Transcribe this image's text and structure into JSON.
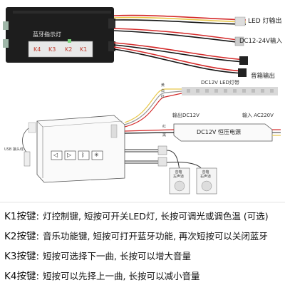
{
  "photo": {
    "title": "蓝牙指示灯",
    "keys": [
      "K4",
      "K3",
      "K2",
      "K1"
    ],
    "outputs": [
      {
        "label": "LED 灯输出"
      },
      {
        "label": "DC12-24V输入"
      },
      {
        "label": "音箱输出"
      }
    ]
  },
  "diagram": {
    "strip_label": "DC12V  LED灯带",
    "wire_colors_strip": [
      "黄",
      "白",
      "红"
    ],
    "output_label": "输出DC12V",
    "input_label": "输入 AC220V",
    "psu_label": "DC12V 恒压电源",
    "wire_psu": [
      "红",
      "黑"
    ],
    "usb_label": "USB 接头线",
    "speaker_left_label": "音箱\n左声道",
    "speaker_right_label": "音箱\n右声道",
    "buttons": [
      "◁",
      "▷",
      "ᛒ",
      "✳"
    ]
  },
  "key_descriptions": [
    {
      "key": "K1按键:",
      "text": "灯控制键, 短按可开关LED灯, 长按可调光或调色温 (可选)"
    },
    {
      "key": "K2按键:",
      "text": "音乐功能键, 短按可打开蓝牙功能, 再次短按可以关闭蓝牙"
    },
    {
      "key": "K3按键:",
      "text": "短按可选择下一曲, 长按可以增大音量"
    },
    {
      "key": "K4按键:",
      "text": "短按可以先择上一曲, 长按可以减小音量"
    }
  ],
  "colors": {
    "box": "#1d1d1d",
    "wire_red": "#d42a2a",
    "wire_black": "#151515",
    "wire_yellow": "#e8c84a",
    "led_strip": "#d9d9d9",
    "accent_text": "#111111"
  }
}
